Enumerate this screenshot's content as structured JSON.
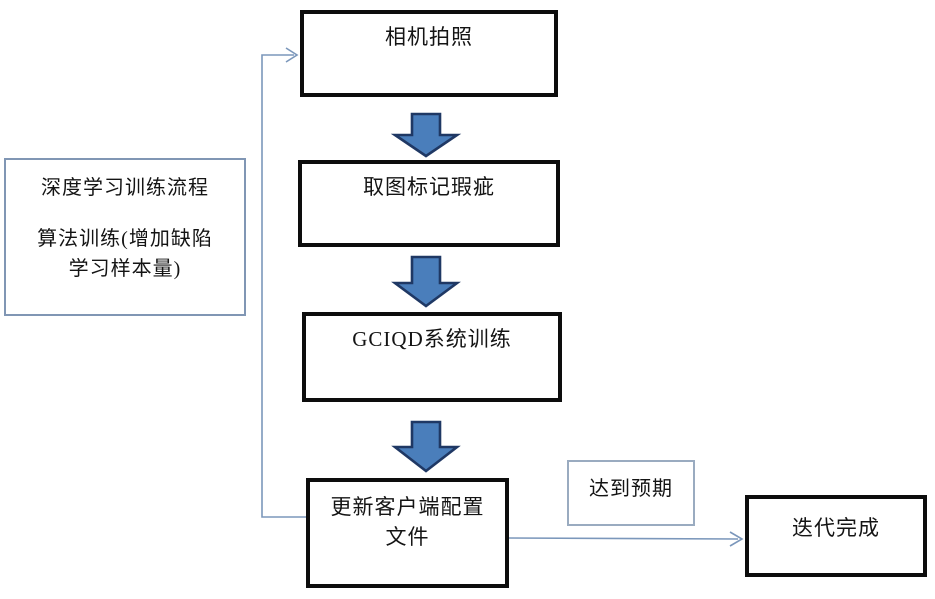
{
  "diagram": {
    "side_note": {
      "title": "深度学习训练流程",
      "body": "算法训练(增加缺陷学习样本量)"
    },
    "nodes": {
      "camera": {
        "label": "相机拍照"
      },
      "mark_defects": {
        "label": "取图标记瑕疵"
      },
      "system_training": {
        "label": "GCIQD系统训练"
      },
      "update_config": {
        "label": "更新客户端配置文件"
      },
      "iteration_done": {
        "label": "迭代完成"
      }
    },
    "edge_labels": {
      "expectation_met": "达到预期"
    },
    "colors": {
      "box_border": "#0d0d0d",
      "block_arrow_fill": "#4a7ebb",
      "block_arrow_border": "#1f3864",
      "connector_line": "#7b97bb",
      "note_border": "#8096b4",
      "label_border": "#9aabc0",
      "background": "#ffffff"
    }
  }
}
